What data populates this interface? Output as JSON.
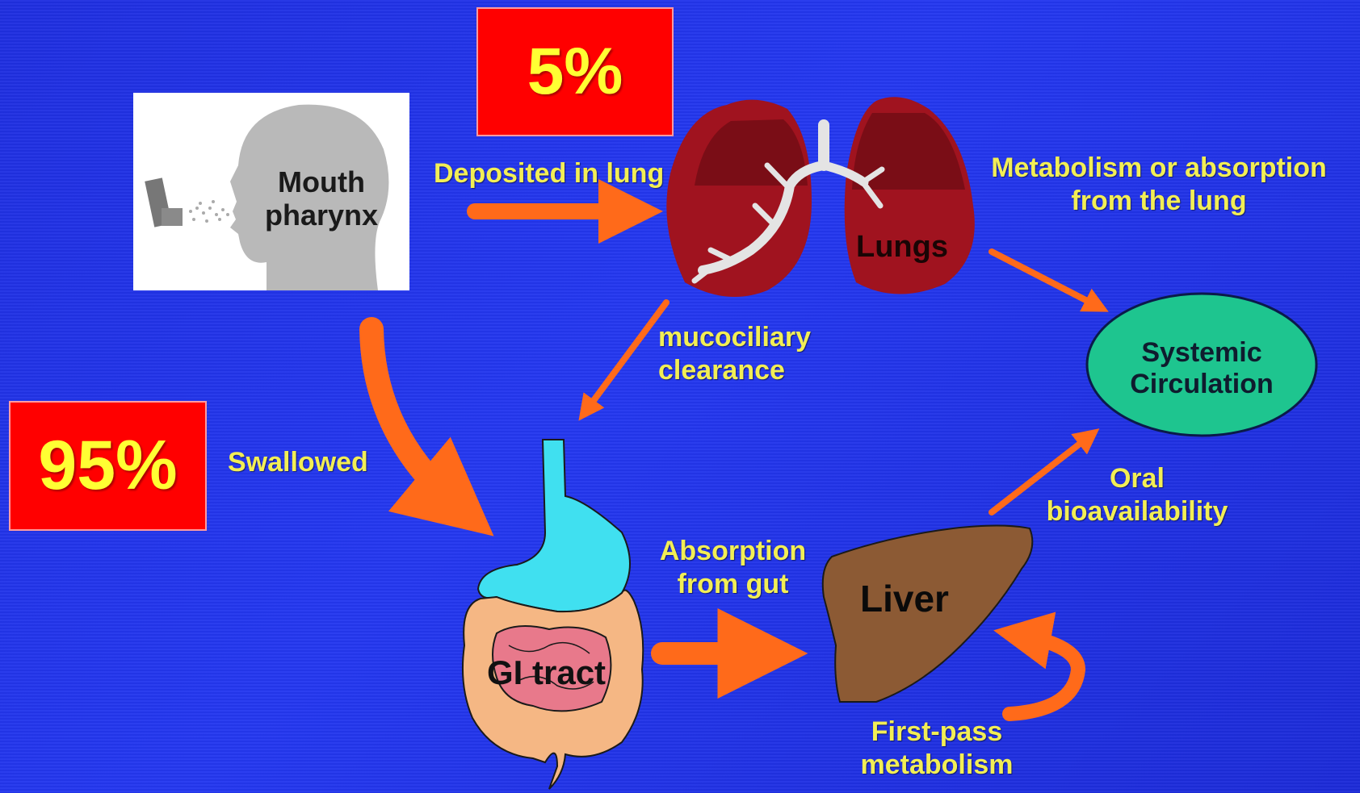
{
  "badges": {
    "lung_pct": "5%",
    "swallowed_pct": "95%"
  },
  "nodes": {
    "mouth_line1": "Mouth",
    "mouth_line2": "pharynx",
    "lungs": "Lungs",
    "gi": "GI tract",
    "liver": "Liver",
    "systemic_line1": "Systemic",
    "systemic_line2": "Circulation"
  },
  "labels": {
    "deposited": "Deposited in lung",
    "metab_line1": "Metabolism or absorption",
    "metab_line2": "from the lung",
    "muco_line1": "mucociliary",
    "muco_line2": "clearance",
    "swallowed": "Swallowed",
    "absorb_line1": "Absorption",
    "absorb_line2": "from gut",
    "oral_line1": "Oral",
    "oral_line2": "bioavailability",
    "firstpass_line1": "First-pass",
    "firstpass_line2": "metabolism"
  },
  "colors": {
    "background": "#2236e8",
    "badge": "#ff0000",
    "badge_text": "#ffff33",
    "label_text": "#f2ee55",
    "arrow": "#ff6a1a",
    "lung": "#a0131f",
    "stomach": "#40e0f0",
    "intestine": "#f5b784",
    "liver": "#8c5a34",
    "systemic": "#1ec58f"
  }
}
